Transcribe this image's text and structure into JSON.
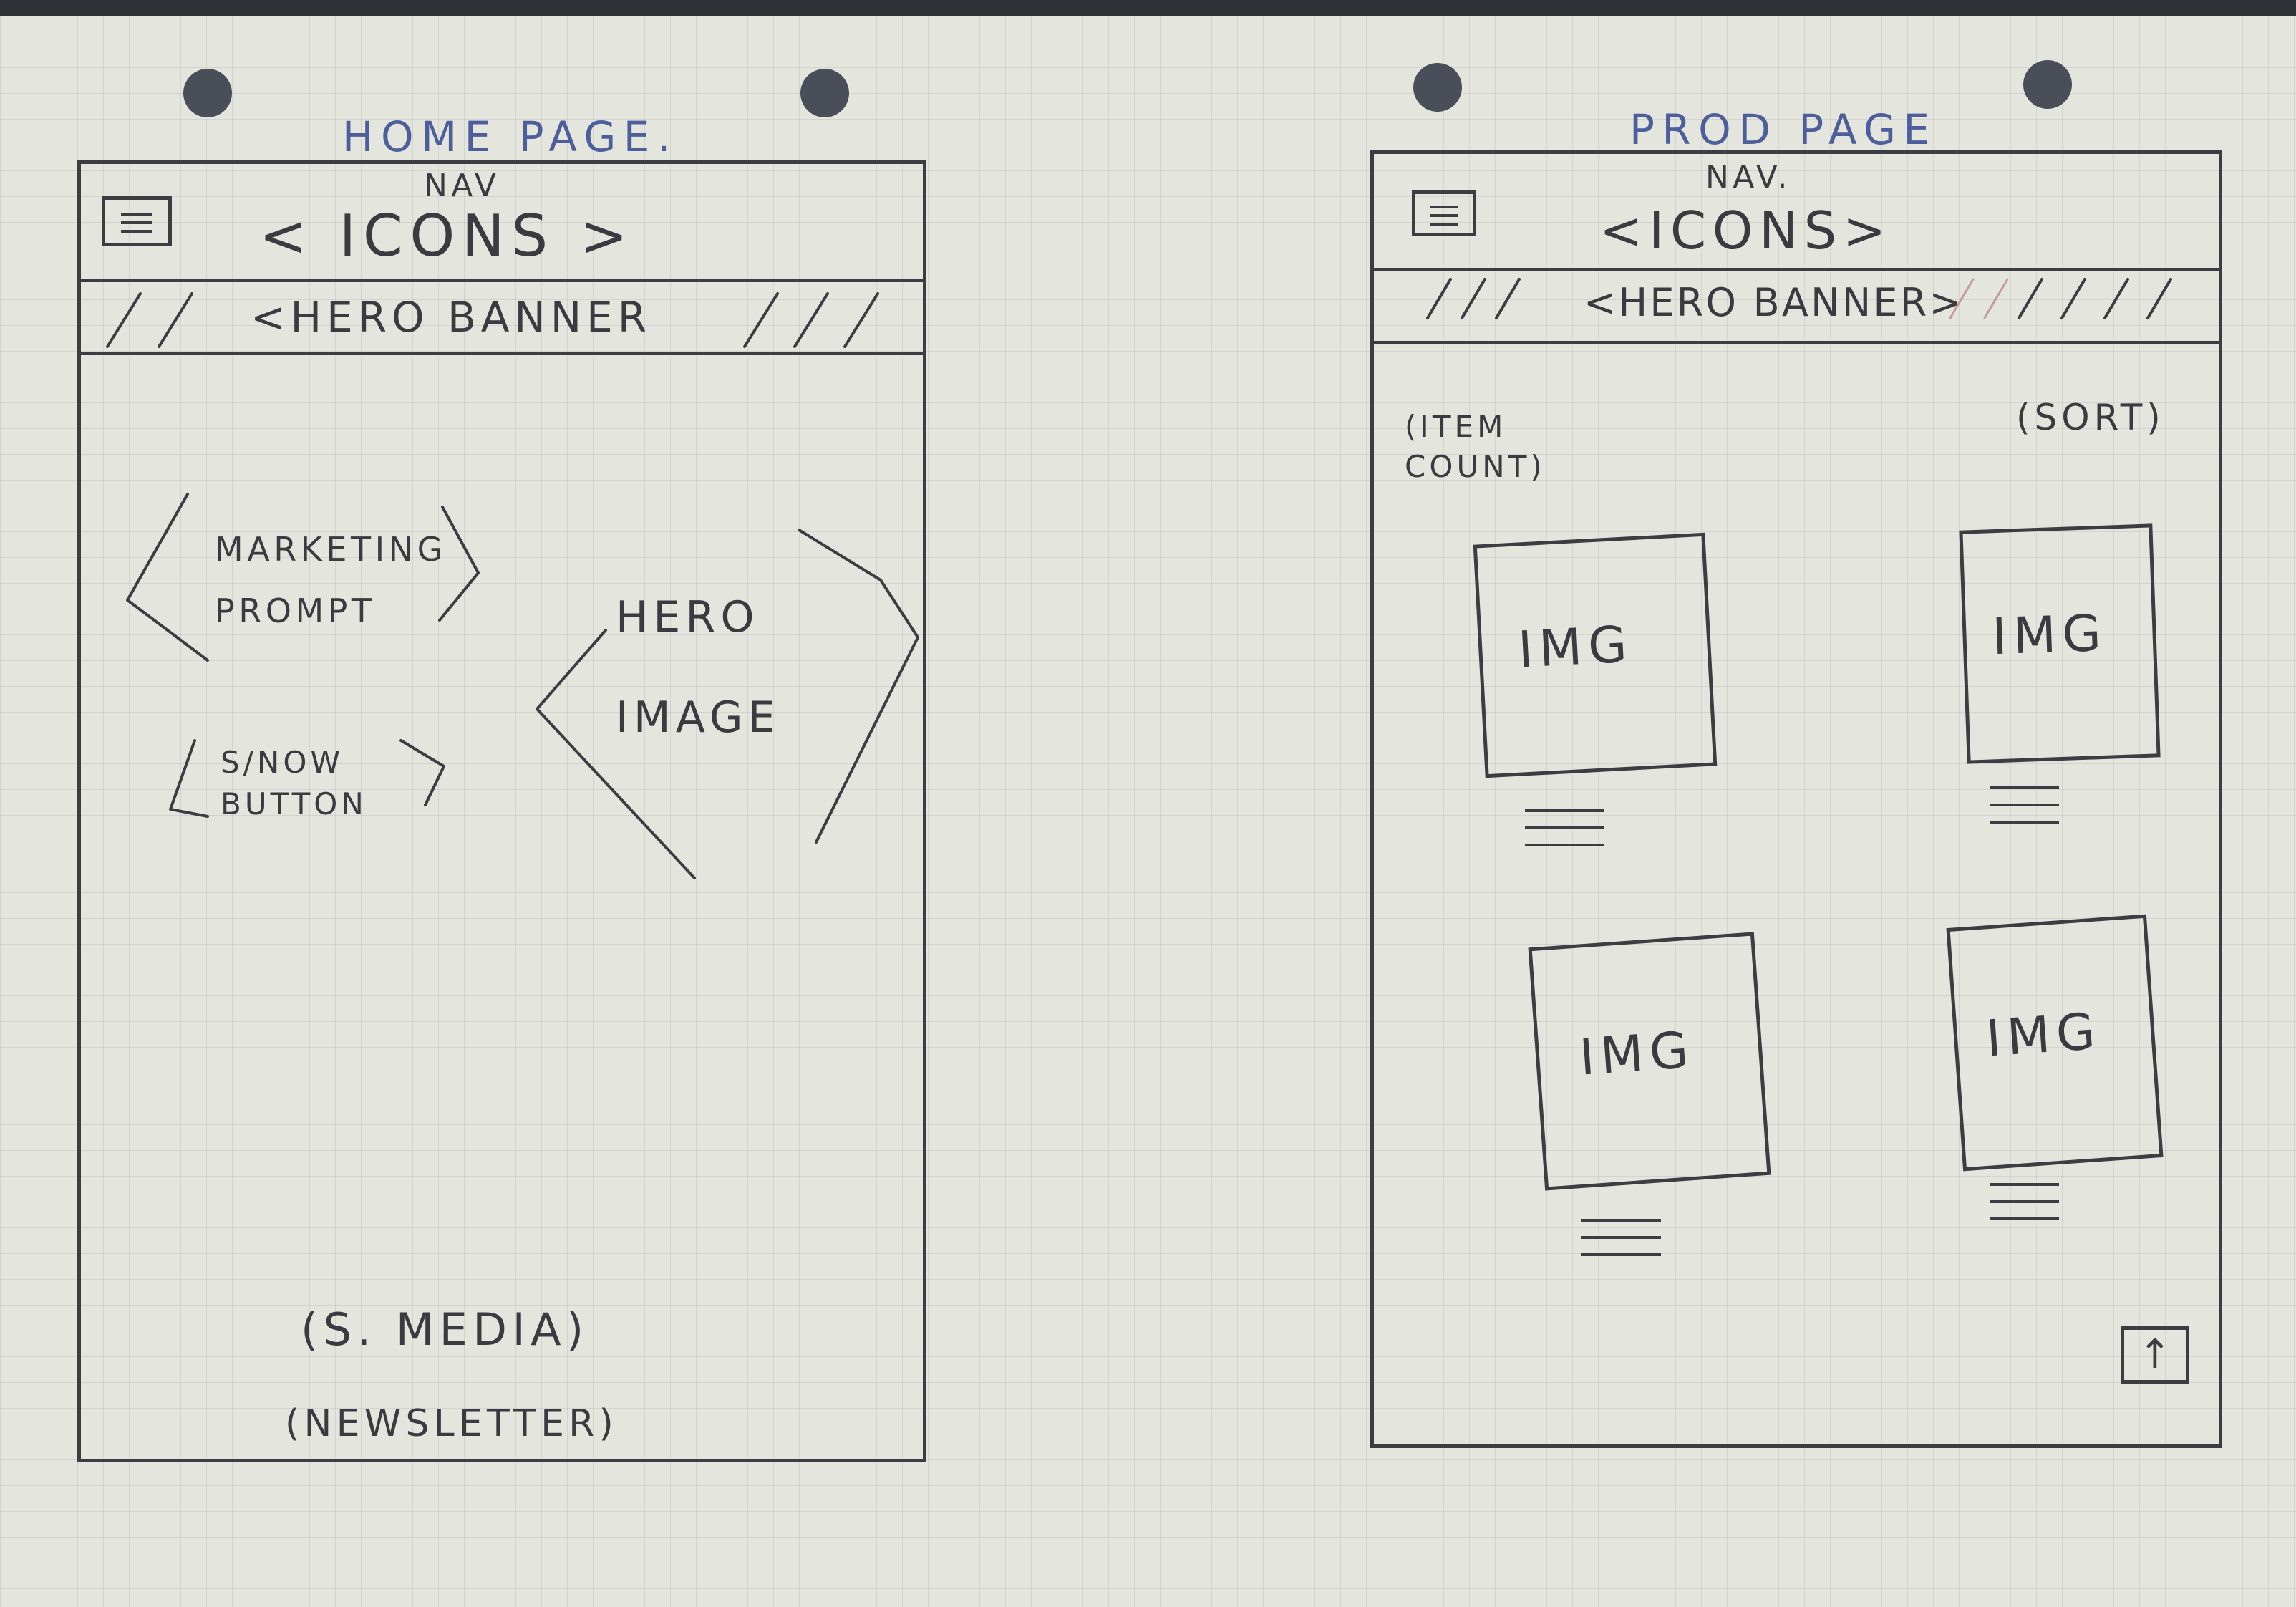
{
  "home": {
    "title": "HOME PAGE.",
    "nav_note": "NAV",
    "nav": "< ICONS >",
    "banner": "<HERO BANNER",
    "marketing": "MARKETING PROMPT",
    "shop_button": "S/NOW BUTTON",
    "hero_image": "HERO IMAGE",
    "social": "(S. MEDIA)",
    "newsletter": "(NEWSLETTER)"
  },
  "products": {
    "title": "PROD PAGE",
    "nav_note": "NAV.",
    "nav": "<ICONS>",
    "banner": "<HERO BANNER>",
    "item_count": "(ITEM COUNT)",
    "sort": "(SORT)",
    "cards": [
      {
        "label": "IMG"
      },
      {
        "label": "IMG"
      },
      {
        "label": "IMG"
      },
      {
        "label": "IMG"
      }
    ]
  }
}
